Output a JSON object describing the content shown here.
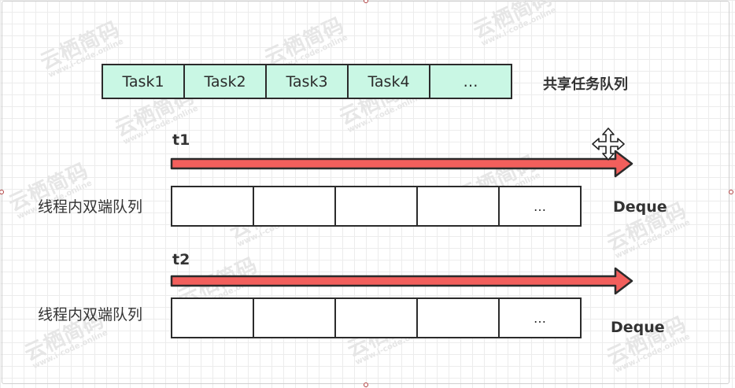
{
  "watermark": {
    "main": "云栖简码",
    "sub": "www.i-code.online"
  },
  "shared_queue": {
    "tasks": [
      "Task1",
      "Task2",
      "Task3",
      "Task4",
      "…"
    ],
    "label": "共享任务队列"
  },
  "threads": [
    {
      "name": "t1",
      "deque_label": "线程内双端队列",
      "deque_type": "Deque",
      "slots": [
        "",
        "",
        "",
        "",
        "…"
      ]
    },
    {
      "name": "t2",
      "deque_label": "线程内双端队列",
      "deque_type": "Deque",
      "slots": [
        "",
        "",
        "",
        "",
        "…"
      ]
    }
  ],
  "colors": {
    "task_fill": "#c9f7e4",
    "arrow_fill": "#f25f5c",
    "stroke": "#2b2b2b"
  },
  "icons": [
    "move-cursor-icon"
  ]
}
